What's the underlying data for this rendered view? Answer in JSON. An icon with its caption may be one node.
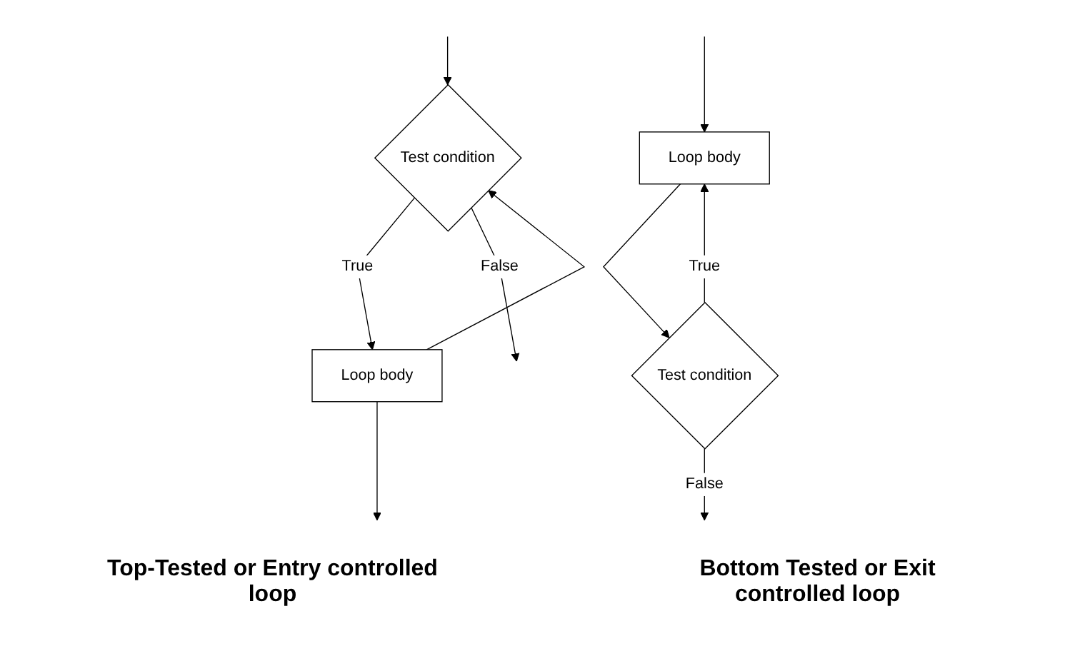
{
  "diagram": {
    "nodes": [
      {
        "text": [
          "Test condition"
        ]
      },
      {
        "text": [
          "Loop body"
        ]
      },
      {
        "text": [
          "Loop body"
        ]
      },
      {
        "text": [
          "Test condition"
        ]
      }
    ],
    "edges": [
      {
        "from": null,
        "to": 0,
        "arrow": "to"
      },
      {
        "from": 0,
        "to": 1,
        "label": "True",
        "arrow": "to"
      },
      {
        "from": 1,
        "to": 0,
        "arrow": "to"
      },
      {
        "from": 0,
        "to": null,
        "label": "False",
        "arrow": "to"
      },
      {
        "from": 1,
        "to": null,
        "arrow": "to"
      },
      {
        "from": null,
        "to": 2,
        "arrow": "to"
      },
      {
        "from": 3,
        "to": 2,
        "label": "True",
        "arrow": "to"
      },
      {
        "from": 2,
        "to": 3,
        "arrow": "to"
      },
      {
        "from": 3,
        "to": null,
        "label": "False",
        "arrow": "to"
      }
    ],
    "labels": [
      "Top-Tested or Entry controlled loop",
      "Bottom Tested or Exit controlled loop"
    ]
  }
}
